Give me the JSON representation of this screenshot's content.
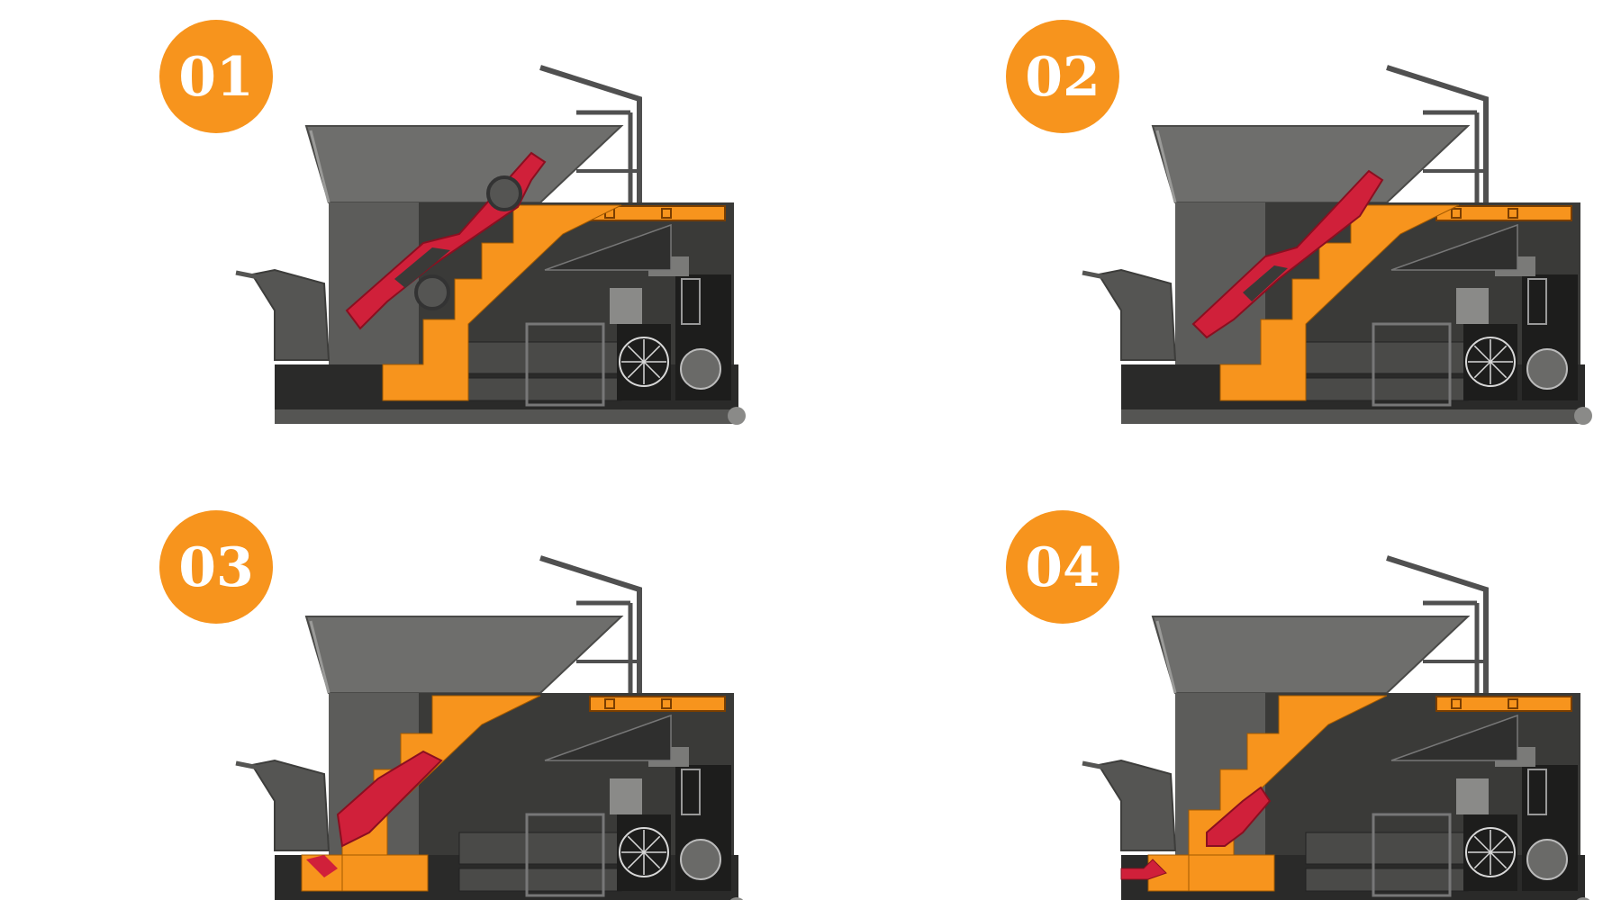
{
  "steps": [
    {
      "label": "01"
    },
    {
      "label": "02"
    },
    {
      "label": "03"
    },
    {
      "label": "04"
    }
  ],
  "colors": {
    "badge": "#F7941D",
    "badge_text": "#ffffff",
    "ram": "#F7941D",
    "car": "#D0203A",
    "hopper": "#6E6E6C",
    "body": "#3A3A38",
    "body_dark": "#2A2A29",
    "frame": "#505050"
  },
  "sequence": {
    "ram_stage": [
      0,
      1,
      2,
      3
    ],
    "car_state": [
      "whole",
      "pushed",
      "crushed",
      "sheared"
    ]
  }
}
